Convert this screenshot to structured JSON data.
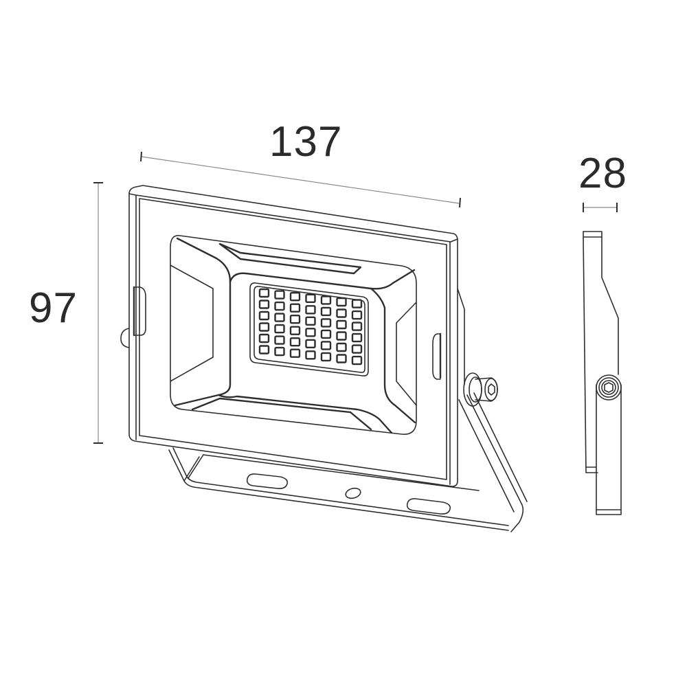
{
  "drawing": {
    "subject": "LED floodlight with mounting bracket",
    "views": [
      "front-perspective",
      "side"
    ],
    "line_color": "#2e2e2e",
    "dimension_line_color": "#8a8a8a",
    "background": "#ffffff"
  },
  "dimensions": {
    "width": {
      "label": "137"
    },
    "height": {
      "label": "97"
    },
    "depth": {
      "label": "28"
    }
  },
  "led_array": {
    "columns": 7,
    "rows": 6,
    "count": 42
  },
  "bracket": {
    "slots": 2,
    "center_holes": 1
  }
}
